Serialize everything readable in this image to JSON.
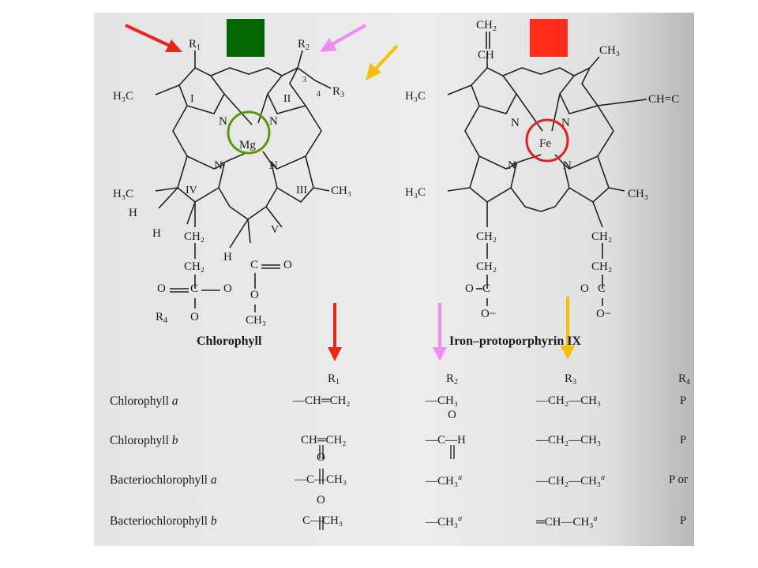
{
  "chlorophyll": {
    "title": "Chlorophyll",
    "metal": "Mg",
    "r1": "R",
    "r1_sub": "1",
    "r2": "R",
    "r2_sub": "2",
    "r3": "R",
    "r3_sub": "3",
    "r4": "R",
    "r4_sub": "4",
    "methyl": "H₃C",
    "methyl_right": "CH₃",
    "ring_i": "I",
    "ring_ii": "II",
    "ring_iii": "III",
    "ring_iv": "IV",
    "ring_v": "V",
    "pos3": "3",
    "pos4": "4",
    "n": "N",
    "h": "H",
    "ch2": "CH₂",
    "c": "C",
    "o": "O",
    "ch3": "CH₃",
    "eq_o": "O"
  },
  "heme": {
    "title": "Iron–protoporphyrin IX",
    "metal": "Fe",
    "top_ch2": "CH₂",
    "top_ch": "CH",
    "ch3": "CH₃",
    "h3c": "H₃C",
    "vinyl_right": "CH=C",
    "n": "N",
    "ch2": "CH₂",
    "c": "C",
    "o": "O",
    "o_minus": "O−"
  },
  "markers": {
    "green_square_color": "#006400",
    "red_square_color": "#ff2d1a",
    "green_circle_color": "#5a9a0a",
    "red_circle_color": "#e02020",
    "arrow_red": "#e8261c",
    "arrow_pink": "#f08cf0",
    "arrow_yellow": "#f5c000"
  },
  "table": {
    "headers": [
      {
        "r": "R",
        "sub": "1"
      },
      {
        "r": "R",
        "sub": "2"
      },
      {
        "r": "R",
        "sub": "3"
      },
      {
        "r": "R",
        "sub": "4"
      }
    ],
    "rows": [
      {
        "name": "Chlorophyll",
        "variant": "a",
        "r1": "—CH═CH₂",
        "r2": "—CH₃",
        "r3": "—CH₂—CH₃",
        "r4": "P"
      },
      {
        "name": "Chlorophyll",
        "variant": "b",
        "r1": "CH═CH₂",
        "r2_top": "O",
        "r2": "—C—H",
        "r3": "—CH₂—CH₃",
        "r4": "P"
      },
      {
        "name": "Bacteriochlorophyll",
        "variant": "a",
        "r1_top": "O",
        "r1": "—C—CH₃",
        "r2": "—CH₃",
        "r2_note": "a",
        "r3": "—CH₂—CH₃",
        "r3_note": "a",
        "r4": "P or"
      },
      {
        "name": "Bacteriochlorophyll",
        "variant": "b",
        "r1_top": "O",
        "r1": "C—CH₃",
        "r2": "—CH₃",
        "r2_note": "a",
        "r3": "═CH—CH₃",
        "r3_note": "a",
        "r4": "P"
      }
    ]
  }
}
